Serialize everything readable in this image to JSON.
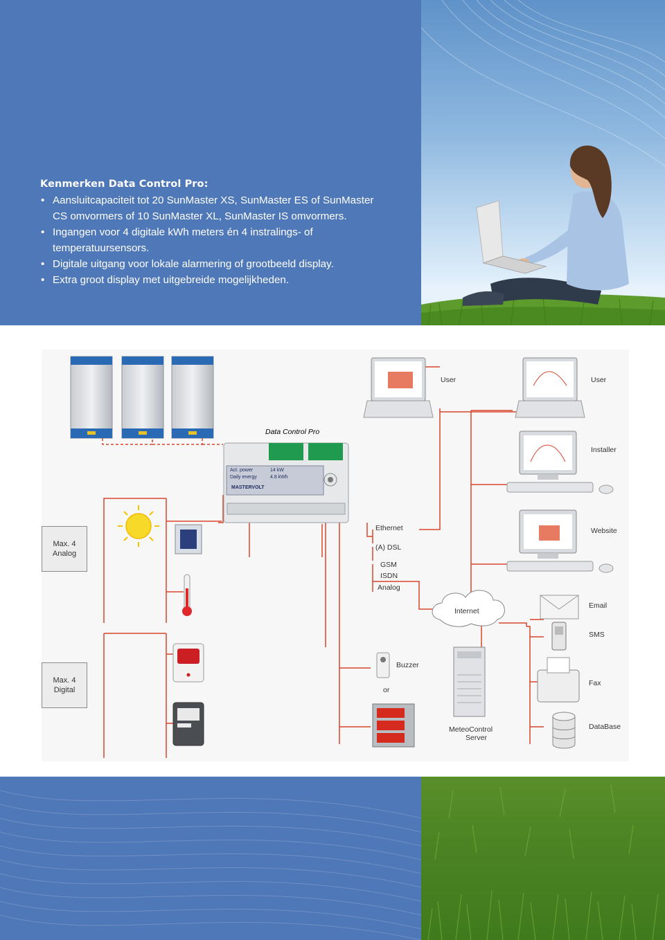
{
  "features": {
    "title": "Kenmerken Data Control Pro:",
    "bullet_symbol": "•",
    "items": [
      {
        "line1": "Aansluitcapaciteit tot 20 SunMaster XS, SunMaster ES of SunMaster",
        "line2": "CS omvormers of 10 SunMaster XL, SunMaster IS omvormers."
      },
      {
        "line1": "Ingangen voor 4 digitale kWh meters én 4 instralings- of",
        "line2": "temperatuursensors."
      },
      {
        "line1": "Digitale uitgang voor lokale alarmering of grootbeeld display.",
        "line2": ""
      },
      {
        "line1": "Extra groot display met uitgebreide mogelijkheden.",
        "line2": ""
      }
    ]
  },
  "diagram": {
    "device_title": "Data Control Pro",
    "device_screen_line1": "Act. power",
    "device_screen_value1": "14 kW",
    "device_screen_line2": "Daily energy",
    "device_screen_value2": "4.8 kWh",
    "device_brand": "MASTERVOLT",
    "max_analog": [
      "Max. 4",
      "Analog"
    ],
    "max_digital": [
      "Max. 4",
      "Digital"
    ],
    "connections": {
      "ethernet": "Ethernet",
      "dsl": "(A) DSL",
      "gsm": "GSM",
      "isdn": "ISDN",
      "analog": "Analog"
    },
    "internet": "Internet",
    "buzzer": "Buzzer",
    "or": "or",
    "server": [
      "MeteoControl",
      "Server"
    ],
    "user1": "User",
    "user2": "User",
    "installer": "Installer",
    "website": "Website",
    "email": "Email",
    "sms": "SMS",
    "fax": "Fax",
    "database": "DataBase",
    "line_color": "#d9452b",
    "photo_bar_color": "#e05a3a"
  },
  "colors": {
    "panel_blue": "#4f78b8",
    "text_white": "#ffffff"
  }
}
